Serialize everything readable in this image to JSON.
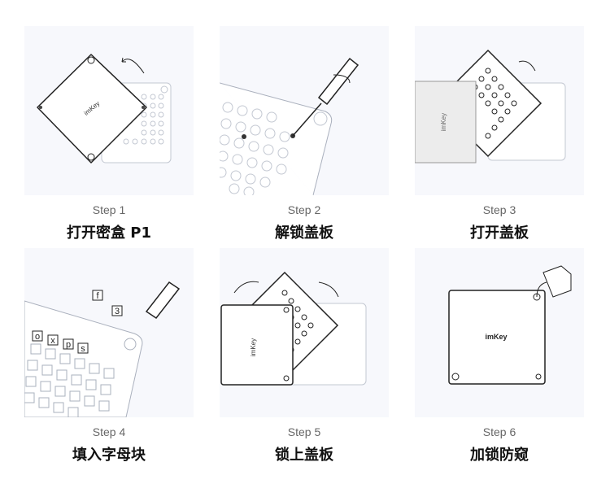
{
  "steps": [
    {
      "label": "Step 1",
      "title": "打开密盒 P1",
      "icon": "open-box"
    },
    {
      "label": "Step 2",
      "title": "解锁盖板",
      "icon": "screwdriver"
    },
    {
      "label": "Step 3",
      "title": "打开盖板",
      "icon": "open-cover"
    },
    {
      "label": "Step 4",
      "title": "填入字母块",
      "icon": "letter-tiles"
    },
    {
      "label": "Step 5",
      "title": "锁上盖板",
      "icon": "close-cover"
    },
    {
      "label": "Step 6",
      "title": "加锁防窥",
      "icon": "padlock"
    }
  ],
  "brand": "imKey",
  "tiles": {
    "loose": [
      "f",
      "3"
    ],
    "placed": [
      "o",
      "x",
      "p",
      "s"
    ]
  },
  "colors": {
    "panel": "#f7f8fc",
    "line": "#222222",
    "faint": "#aab0bd"
  }
}
